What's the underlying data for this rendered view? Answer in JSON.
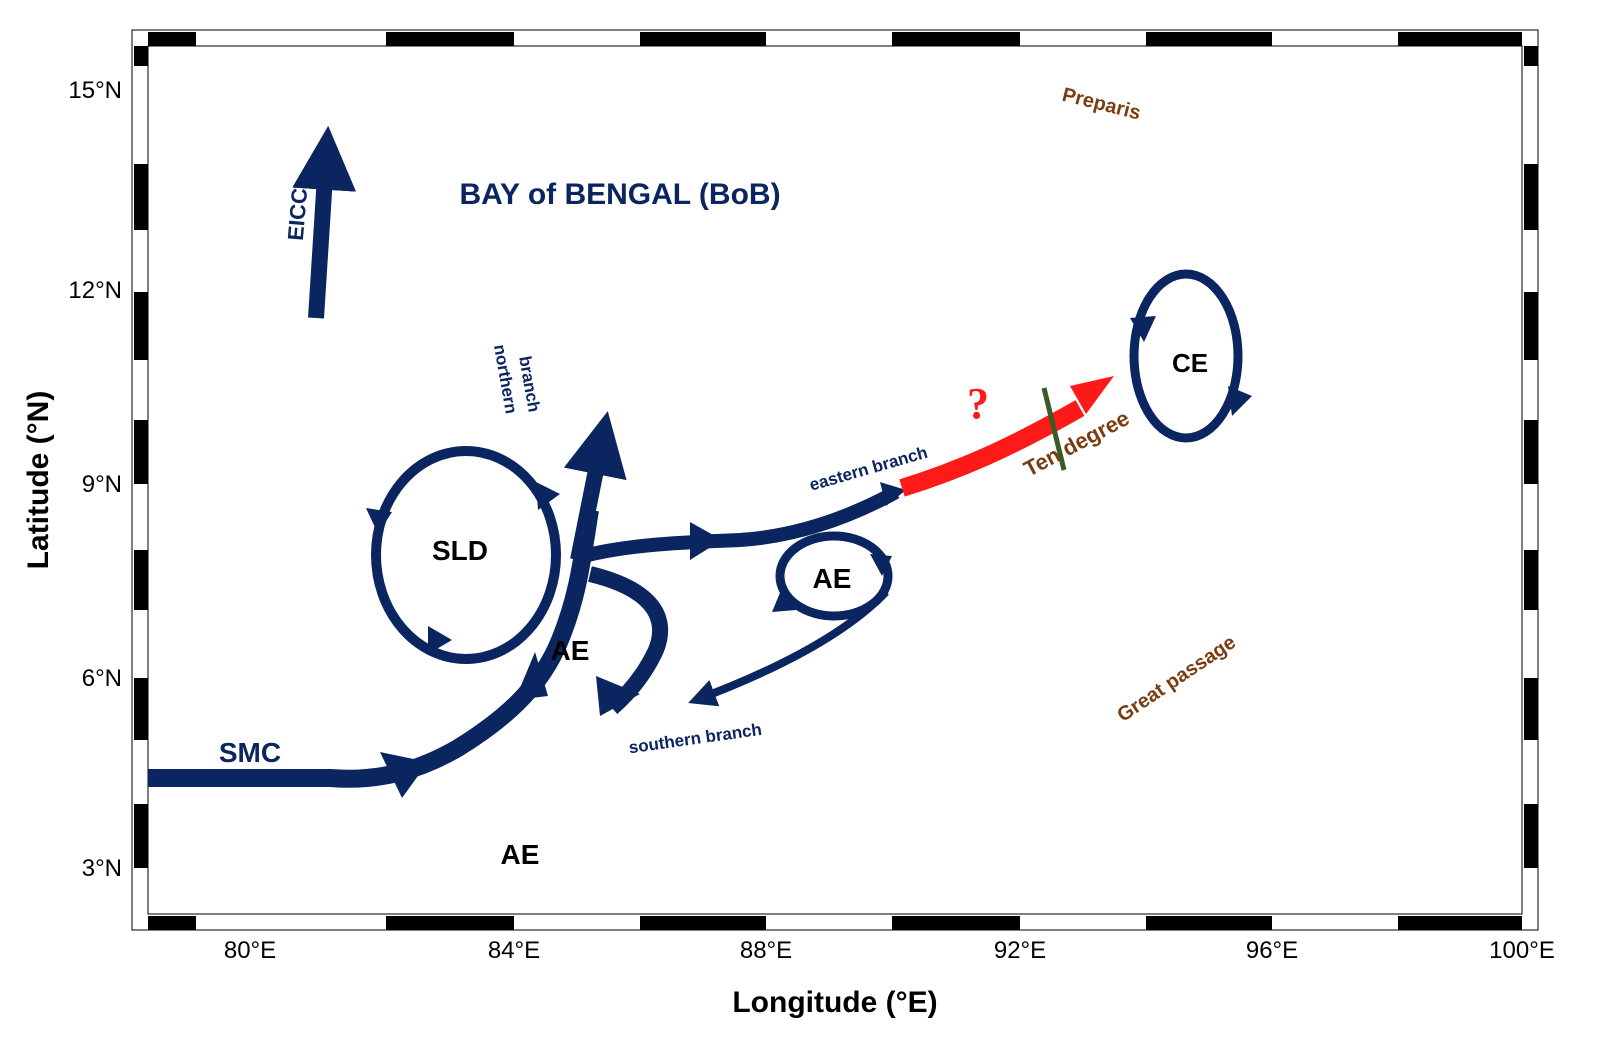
{
  "axes": {
    "xlabel": "Longitude (°E)",
    "ylabel": "Latitude (°N)",
    "xticks": [
      "80°E",
      "84°E",
      "88°E",
      "92°E",
      "96°E",
      "100°E"
    ],
    "yticks": [
      "15°N",
      "12°N",
      "9°N",
      "6°N",
      "3°N"
    ]
  },
  "labels": {
    "bob": "BAY of BENGAL (BoB)",
    "eicc": "EICC",
    "northern_branch_1": "northern",
    "northern_branch_2": "branch",
    "sld": "SLD",
    "ae_center": "AE",
    "ae_east": "AE",
    "ae_south": "AE",
    "smc": "SMC",
    "southern_branch": "southern branch",
    "eastern_branch": "eastern branch",
    "question": "?",
    "ten_degree": "Ten degree",
    "preparis": "Preparis",
    "great_passage": "Great passage",
    "ce": "CE"
  },
  "colors": {
    "current": "#0b2560",
    "highlight": "#ff1a1a",
    "land": "#b2b2b2",
    "place_name": "#7a3d12",
    "section_line": "#3a5a26"
  }
}
